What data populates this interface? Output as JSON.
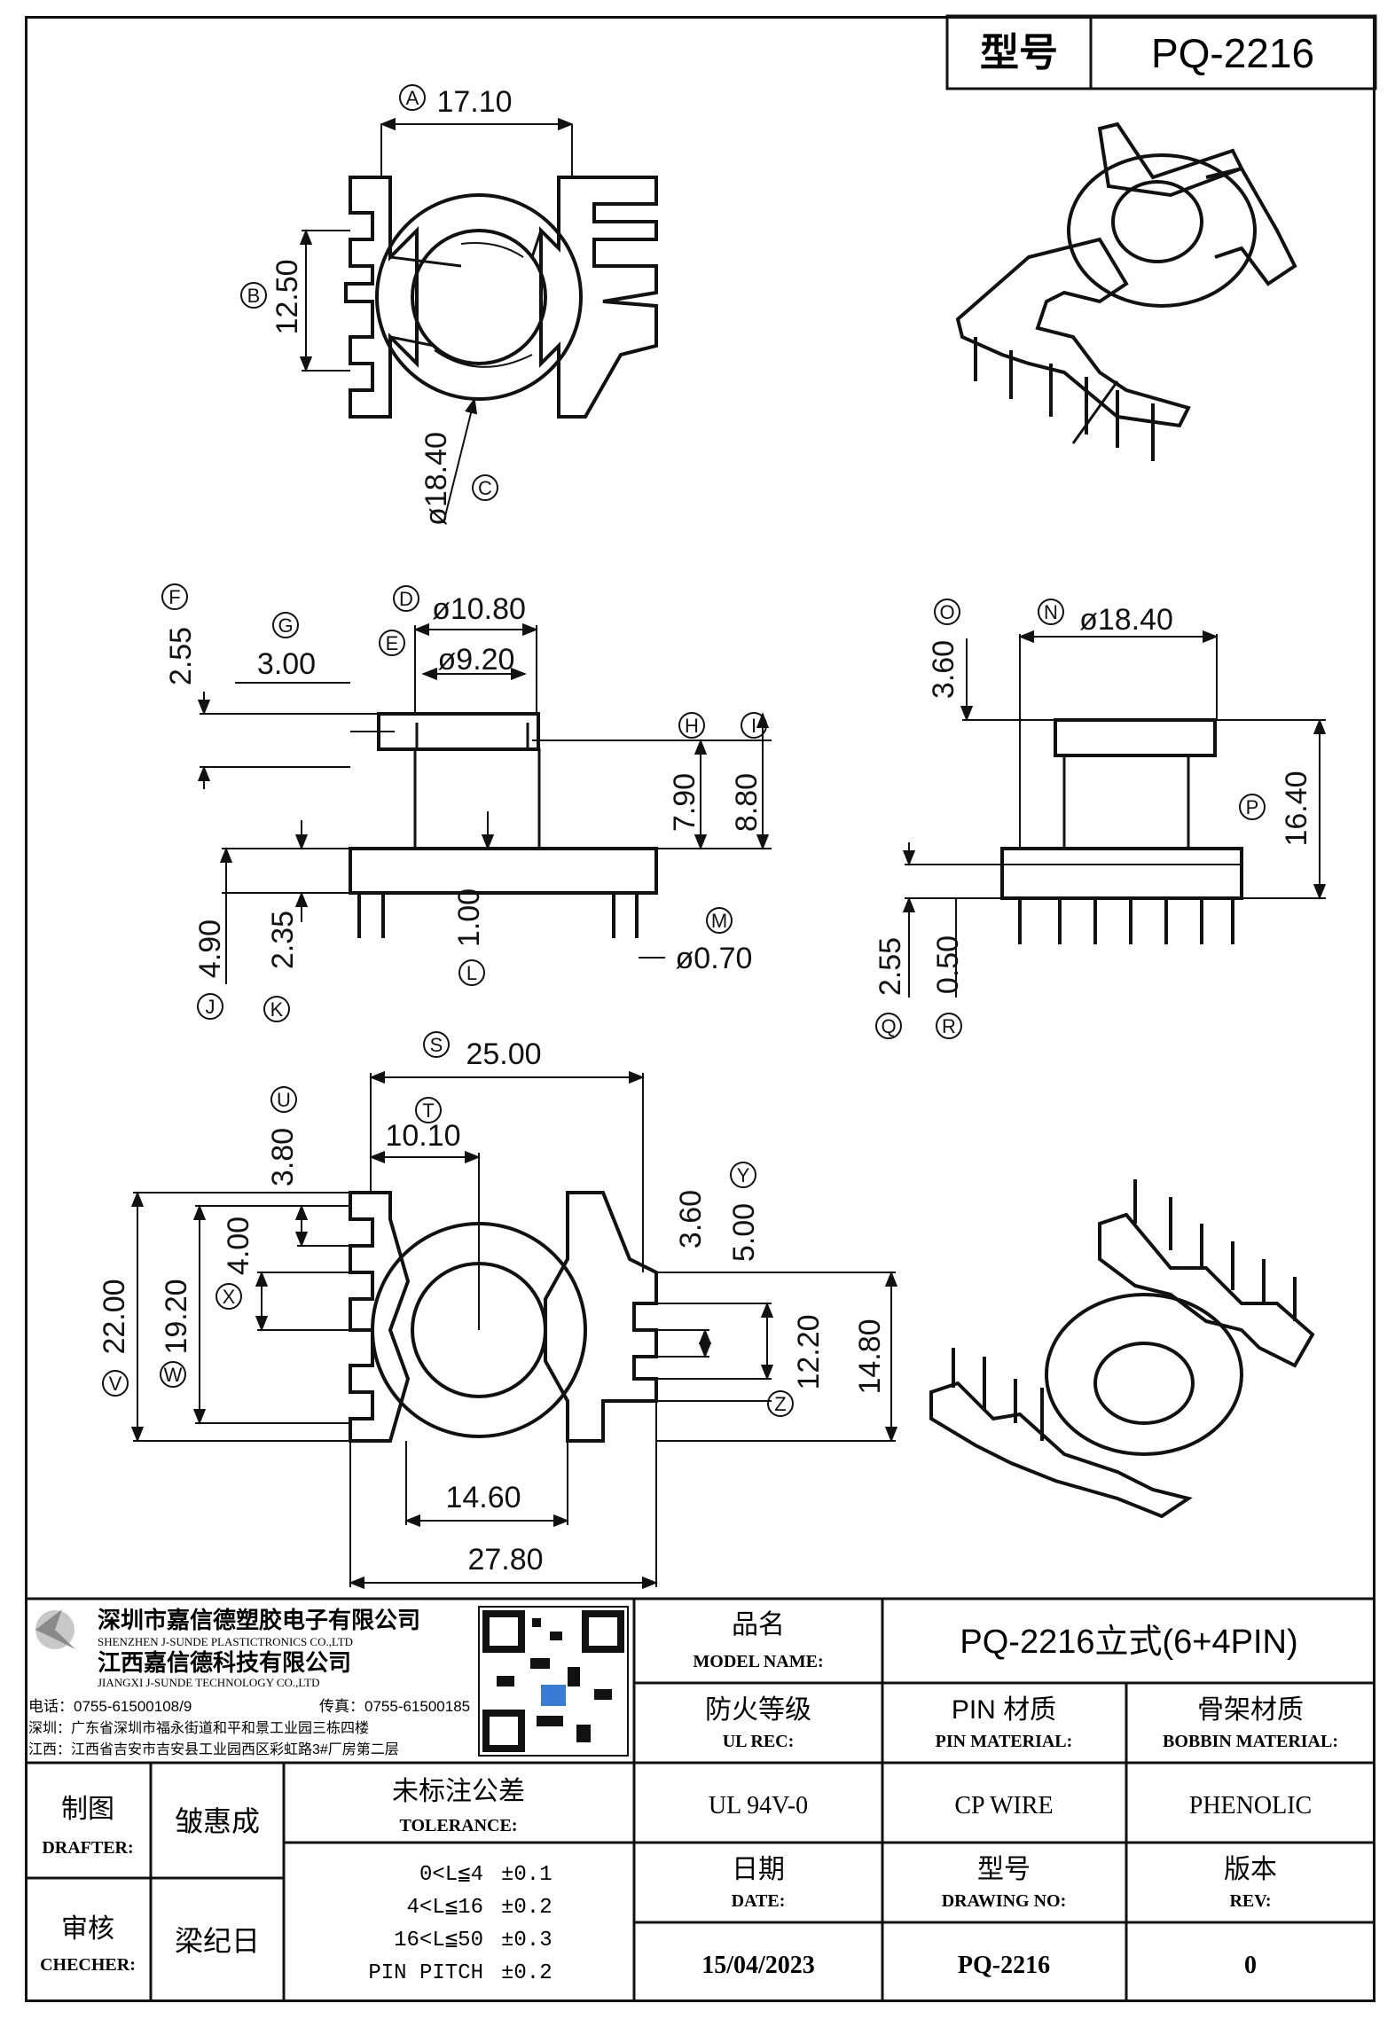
{
  "header": {
    "model_label": "型号",
    "model_value": "PQ-2216"
  },
  "dims": {
    "A": {
      "letter": "A",
      "value": "17.10"
    },
    "B": {
      "letter": "B",
      "value": "12.50"
    },
    "C": {
      "letter": "C",
      "value": "ø18.40"
    },
    "D": {
      "letter": "D",
      "value": "ø10.80"
    },
    "E": {
      "letter": "E",
      "value": "ø9.20"
    },
    "F": {
      "letter": "F",
      "value": "2.55"
    },
    "G": {
      "letter": "G",
      "value": "3.00"
    },
    "H": {
      "letter": "H",
      "value": "7.90"
    },
    "I": {
      "letter": "I",
      "value": "8.80"
    },
    "J": {
      "letter": "J",
      "value": "4.90"
    },
    "K": {
      "letter": "K",
      "value": "2.35"
    },
    "L": {
      "letter": "L",
      "value": "1.00"
    },
    "M": {
      "letter": "M",
      "value": "ø0.70"
    },
    "N": {
      "letter": "N",
      "value": "ø18.40"
    },
    "O": {
      "letter": "O",
      "value": "3.60"
    },
    "P": {
      "letter": "P",
      "value": "16.40"
    },
    "Q": {
      "letter": "Q",
      "value": "2.55"
    },
    "R": {
      "letter": "R",
      "value": "0.50"
    },
    "S": {
      "letter": "S",
      "value": "25.00"
    },
    "T": {
      "letter": "T",
      "value": "10.10"
    },
    "U": {
      "letter": "U",
      "value": "3.80"
    },
    "V": {
      "letter": "V",
      "value": "22.00"
    },
    "W": {
      "letter": "W",
      "value": "19.20"
    },
    "X": {
      "letter": "X",
      "value": "4.00"
    },
    "Y": {
      "letter": "Y",
      "value": "5.00"
    },
    "Y2": {
      "value": "3.60"
    },
    "Z": {
      "letter": "Z",
      "value": "12.20"
    },
    "Z2": {
      "value": "14.80"
    },
    "bottom1": {
      "value": "14.60"
    },
    "bottom2": {
      "value": "27.80"
    }
  },
  "company": {
    "name_sz": "深圳市嘉信德塑胶电子有限公司",
    "name_sz_en": "SHENZHEN J-SUNDE PLASTICTRONICS CO.,LTD",
    "name_jx": "江西嘉信德科技有限公司",
    "name_jx_en": "JIANGXI J-SUNDE TECHNOLOGY CO.,LTD",
    "tel": "电话：0755-61500108/9",
    "fax": "传真：0755-61500185",
    "addr_sz": "深圳：广东省深圳市福永街道和平和景工业园三栋四楼",
    "addr_jx": "江西：江西省吉安市吉安县工业园西区彩虹路3#厂房第二层"
  },
  "title_block": {
    "model_name_cn": "品名",
    "model_name_en": "MODEL NAME:",
    "model_name_value": "PQ-2216立式(6+4PIN)",
    "ul_cn": "防火等级",
    "ul_en": "UL REC:",
    "ul_value": "UL 94V-0",
    "pin_cn": "PIN 材质",
    "pin_en": "PIN MATERIAL:",
    "pin_value": "CP WIRE",
    "bobbin_cn": "骨架材质",
    "bobbin_en": "BOBBIN MATERIAL:",
    "bobbin_value": "PHENOLIC",
    "drafter_cn": "制图",
    "drafter_en": "DRAFTER:",
    "drafter_name": "皱惠成",
    "checker_cn": "审核",
    "checker_en": "CHECHER:",
    "checker_name": "梁纪日",
    "tolerance_cn": "未标注公差",
    "tolerance_en": "TOLERANCE:",
    "tolerances": [
      {
        "range": "0<L≦4",
        "tol": "±0.1"
      },
      {
        "range": "4<L≦16",
        "tol": "±0.2"
      },
      {
        "range": "16<L≦50",
        "tol": "±0.3"
      },
      {
        "range": "PIN PITCH",
        "tol": "±0.2"
      }
    ],
    "date_cn": "日期",
    "date_en": "DATE:",
    "date_value": "15/04/2023",
    "drawing_cn": "型号",
    "drawing_en": "DRAWING NO:",
    "drawing_value": "PQ-2216",
    "rev_cn": "版本",
    "rev_en": "REV:",
    "rev_value": "0"
  }
}
